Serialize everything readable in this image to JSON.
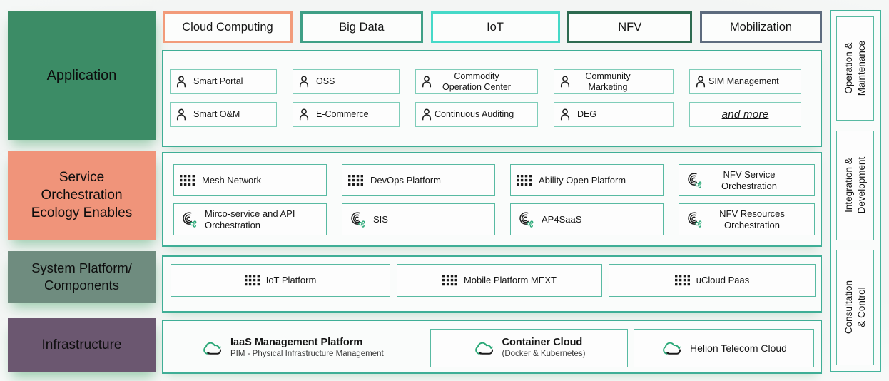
{
  "palette": {
    "section_border": "#3fae96",
    "app_item_border": "#7fcdb9",
    "item_border": "#58baa2",
    "accent_dot_green": "#2aa877",
    "icon_black": "#1c1c1c",
    "glow_green": "#74ba8e"
  },
  "left_rows": [
    {
      "label": "Application",
      "bg": "#3c8c66"
    },
    {
      "label": "Service\nOrchestration\nEcology Enables",
      "bg": "#f0947a"
    },
    {
      "label": "System Platform/\nComponents",
      "bg": "#6f8c7f"
    },
    {
      "label": "Infrastructure",
      "bg": "#6b5770"
    }
  ],
  "chips": [
    {
      "label": "Cloud Computing",
      "border": "#f29b7a"
    },
    {
      "label": "Big Data",
      "border": "#3f9f86"
    },
    {
      "label": "IoT",
      "border": "#46d9c8"
    },
    {
      "label": "NFV",
      "border": "#2d6a50"
    },
    {
      "label": "Mobilization",
      "border": "#5d6b7e"
    }
  ],
  "application": {
    "items": [
      {
        "label": "Smart Portal",
        "icon": "user"
      },
      {
        "label": "OSS",
        "icon": "user"
      },
      {
        "label": "Commodity Operation Center",
        "icon": "user"
      },
      {
        "label": "Community Marketing",
        "icon": "user"
      },
      {
        "label": "SIM Management",
        "icon": "user"
      },
      {
        "label": "Smart O&M",
        "icon": "user"
      },
      {
        "label": "E-Commerce",
        "icon": "user"
      },
      {
        "label": "Continuous Auditing",
        "icon": "user"
      },
      {
        "label": "DEG",
        "icon": "user"
      },
      {
        "label": "and more",
        "icon": "none"
      }
    ]
  },
  "service": {
    "items": [
      {
        "label": "Mesh Network",
        "icon": "grid"
      },
      {
        "label": "DevOps Platform",
        "icon": "grid"
      },
      {
        "label": "Ability Open Platform",
        "icon": "grid"
      },
      {
        "label": "NFV Service Orchestration",
        "icon": "swirl"
      },
      {
        "label": "Mirco-service and API Orchestration",
        "icon": "swirl"
      },
      {
        "label": "SIS",
        "icon": "swirl"
      },
      {
        "label": "AP4SaaS",
        "icon": "swirl"
      },
      {
        "label": "NFV Resources Orchestration",
        "icon": "swirl"
      }
    ]
  },
  "system": {
    "items": [
      {
        "label": "IoT Platform",
        "icon": "grid"
      },
      {
        "label": "Mobile Platform MEXT",
        "icon": "grid"
      },
      {
        "label": "uCloud Paas",
        "icon": "grid"
      }
    ]
  },
  "infrastructure": {
    "items": [
      {
        "title": "IaaS Management Platform",
        "subtitle": "PIM - Physical Infrastructure Management",
        "icon": "cloud-sync"
      },
      {
        "title": "Container Cloud",
        "subtitle": "(Docker & Kubernetes)",
        "icon": "cloud-sync"
      },
      {
        "title": "Helion Telecom Cloud",
        "subtitle": "",
        "icon": "cloud-sync"
      }
    ]
  },
  "right_column": {
    "items": [
      {
        "label": "Operation &\nMaintenance"
      },
      {
        "label": "Integration &\nDevelopment"
      },
      {
        "label": "Consultation & Control"
      }
    ]
  }
}
